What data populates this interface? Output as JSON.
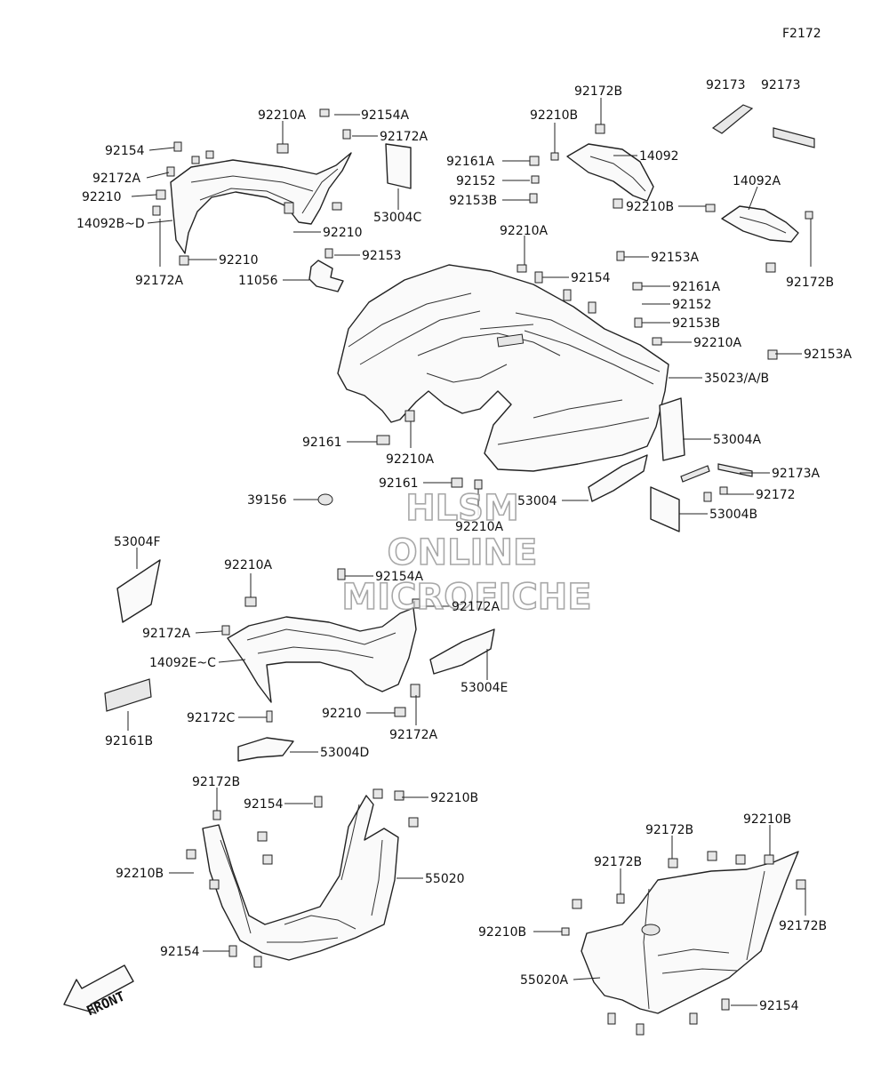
{
  "figure_number": "F2172",
  "watermark": {
    "line1": "HLSM",
    "line2": "ONLINE",
    "line3": "MICROFICHE"
  },
  "front_arrow_label": "FRONT",
  "labels": [
    {
      "id": "l1",
      "text": "92210A"
    },
    {
      "id": "l2",
      "text": "92154A"
    },
    {
      "id": "l3",
      "text": "92172A"
    },
    {
      "id": "l4",
      "text": "92154"
    },
    {
      "id": "l5",
      "text": "92172A"
    },
    {
      "id": "l6",
      "text": "92210"
    },
    {
      "id": "l7",
      "text": "14092B~D"
    },
    {
      "id": "l8",
      "text": "92210"
    },
    {
      "id": "l9",
      "text": "92210"
    },
    {
      "id": "l10",
      "text": "92172A"
    },
    {
      "id": "l11",
      "text": "53004C"
    },
    {
      "id": "l12",
      "text": "92153"
    },
    {
      "id": "l13",
      "text": "11056"
    },
    {
      "id": "l14",
      "text": "92172B"
    },
    {
      "id": "l15",
      "text": "92210B"
    },
    {
      "id": "l16",
      "text": "92161A"
    },
    {
      "id": "l17",
      "text": "92152"
    },
    {
      "id": "l18",
      "text": "92153B"
    },
    {
      "id": "l19",
      "text": "14092"
    },
    {
      "id": "l20",
      "text": "92173"
    },
    {
      "id": "l21",
      "text": "92173"
    },
    {
      "id": "l22",
      "text": "14092A"
    },
    {
      "id": "l23",
      "text": "92210B"
    },
    {
      "id": "l24",
      "text": "92153A"
    },
    {
      "id": "l25",
      "text": "92172B"
    },
    {
      "id": "l26",
      "text": "92210A"
    },
    {
      "id": "l27",
      "text": "92154"
    },
    {
      "id": "l28",
      "text": "92161A"
    },
    {
      "id": "l29",
      "text": "92152"
    },
    {
      "id": "l30",
      "text": "92153B"
    },
    {
      "id": "l31",
      "text": "92210A"
    },
    {
      "id": "l32",
      "text": "92153A"
    },
    {
      "id": "l33",
      "text": "35023/A/B"
    },
    {
      "id": "l34",
      "text": "53004A"
    },
    {
      "id": "l35",
      "text": "92161"
    },
    {
      "id": "l36",
      "text": "92210A"
    },
    {
      "id": "l37",
      "text": "92173A"
    },
    {
      "id": "l38",
      "text": "92161"
    },
    {
      "id": "l39",
      "text": "53004"
    },
    {
      "id": "l40",
      "text": "92172"
    },
    {
      "id": "l41",
      "text": "39156"
    },
    {
      "id": "l42",
      "text": "92210A"
    },
    {
      "id": "l43",
      "text": "53004B"
    },
    {
      "id": "l44",
      "text": "53004F"
    },
    {
      "id": "l45",
      "text": "92210A"
    },
    {
      "id": "l46",
      "text": "92154A"
    },
    {
      "id": "l47",
      "text": "92172A"
    },
    {
      "id": "l48",
      "text": "92172A"
    },
    {
      "id": "l49",
      "text": "14092E~C"
    },
    {
      "id": "l50",
      "text": "53004E"
    },
    {
      "id": "l51",
      "text": "92172C"
    },
    {
      "id": "l52",
      "text": "92210"
    },
    {
      "id": "l53",
      "text": "92172A"
    },
    {
      "id": "l54",
      "text": "92161B"
    },
    {
      "id": "l55",
      "text": "53004D"
    },
    {
      "id": "l56",
      "text": "92172B"
    },
    {
      "id": "l57",
      "text": "92154"
    },
    {
      "id": "l58",
      "text": "92210B"
    },
    {
      "id": "l59",
      "text": "92210B"
    },
    {
      "id": "l60",
      "text": "55020"
    },
    {
      "id": "l61",
      "text": "92154"
    },
    {
      "id": "l62",
      "text": "92210B"
    },
    {
      "id": "l63",
      "text": "92172B"
    },
    {
      "id": "l64",
      "text": "92172B"
    },
    {
      "id": "l65",
      "text": "92172B"
    },
    {
      "id": "l66",
      "text": "92210B"
    },
    {
      "id": "l67",
      "text": "55020A"
    },
    {
      "id": "l68",
      "text": "92154"
    }
  ]
}
